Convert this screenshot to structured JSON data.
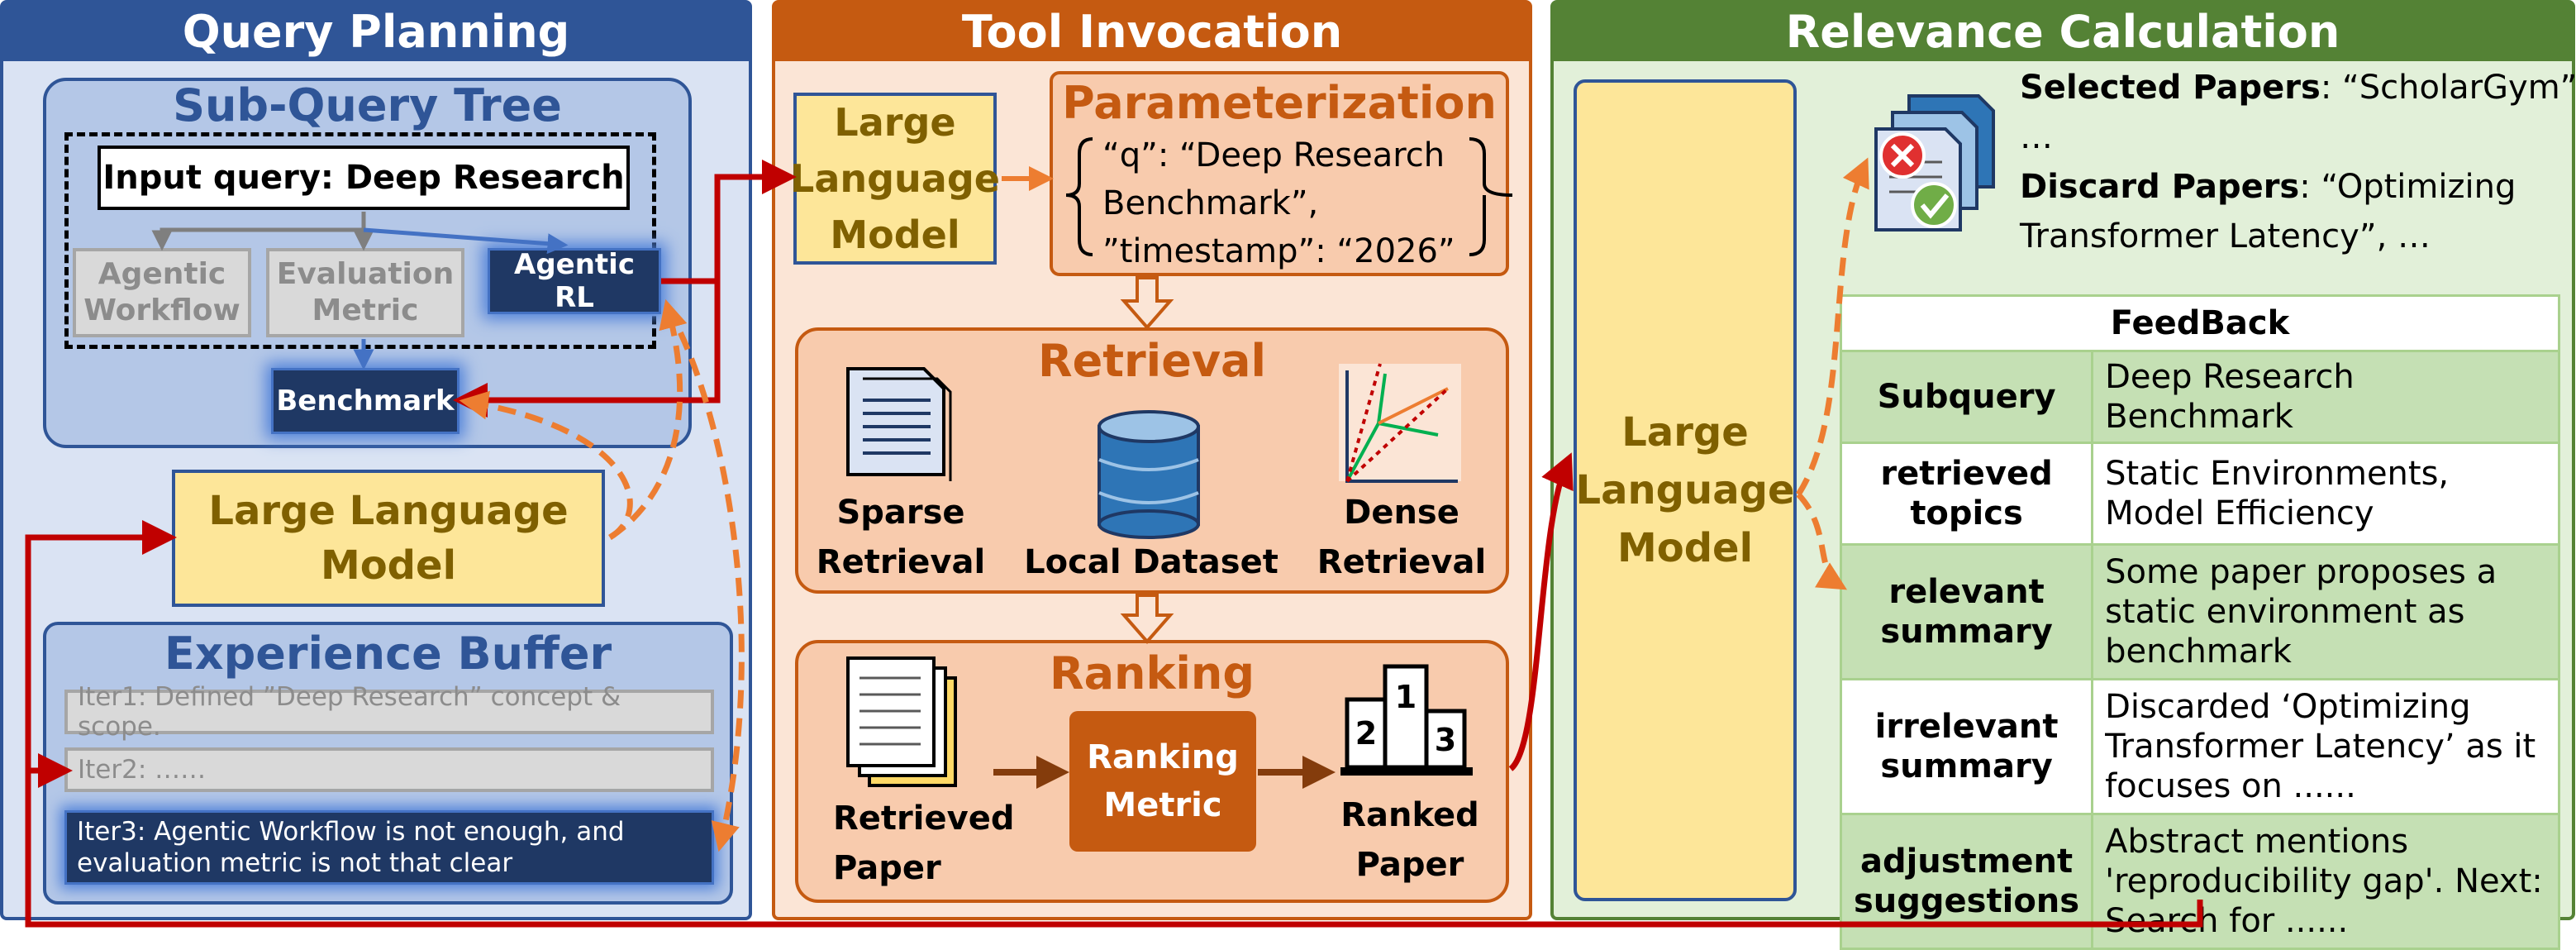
{
  "colors": {
    "planning": "#2f5597",
    "tool": "#c55a11",
    "relevance": "#548235",
    "arrow_red": "#c00000",
    "arrow_orange": "#ed7d31",
    "navy": "#1f3864",
    "llm_fill": "#fde699"
  },
  "planning": {
    "title": "Query Planning",
    "subquery_title": "Sub-Query Tree",
    "input_query": "Input query: Deep Research",
    "node_agentic_workflow": "Agentic Workflow",
    "node_evaluation_metric": "Evaluation Metric",
    "node_agentic_rl": "Agentic RL",
    "node_benchmark": "Benchmark",
    "llm": "Large Language Model",
    "experience_title": "Experience Buffer",
    "iter1": "Iter1: Defined ”Deep Research” concept & scope.",
    "iter2": "Iter2: ……",
    "iter3": "Iter3: Agentic Workflow is not enough, and evaluation metric is not that clear"
  },
  "tool": {
    "title": "Tool Invocation",
    "llm": "Large Language Model",
    "param_title": "Parameterization",
    "param_line1": "“q”: “Deep Research",
    "param_line2": "Benchmark”,",
    "param_line3": "”timestamp”: “2026”",
    "retrieval_title": "Retrieval",
    "sparse": "Sparse Retrieval",
    "local": "Local Dataset",
    "dense": "Dense Retrieval",
    "ranking_title": "Ranking",
    "retrieved_paper": "Retrieved Paper",
    "ranking_metric": "Ranking Metric",
    "ranked_paper": "Ranked Paper",
    "podium_icon_labels": [
      "1",
      "2",
      "3"
    ]
  },
  "relevance": {
    "title": "Relevance Calculation",
    "llm": "Large Language Model",
    "selected_label": "Selected Papers",
    "selected_value": ": “ScholarGym”,",
    "selected_more": "…",
    "discard_label": "Discard Papers",
    "discard_value": ": “Optimizing",
    "discard_value2": "Transformer Latency”, …",
    "feedback_title": "FeedBack",
    "feedback_rows": [
      {
        "key": "Subquery",
        "value": "Deep Research Benchmark"
      },
      {
        "key": "retrieved topics",
        "value": "Static Environments, Model Efficiency"
      },
      {
        "key": "relevant summary",
        "value": "Some paper proposes a static environment as benchmark"
      },
      {
        "key": "irrelevant summary",
        "value": "Discarded ‘Optimizing Transformer Latency’ as it focuses on ......"
      },
      {
        "key": "adjustment suggestions",
        "value": "Abstract mentions 'reproducibility gap'. Next: Search for ......"
      }
    ]
  }
}
